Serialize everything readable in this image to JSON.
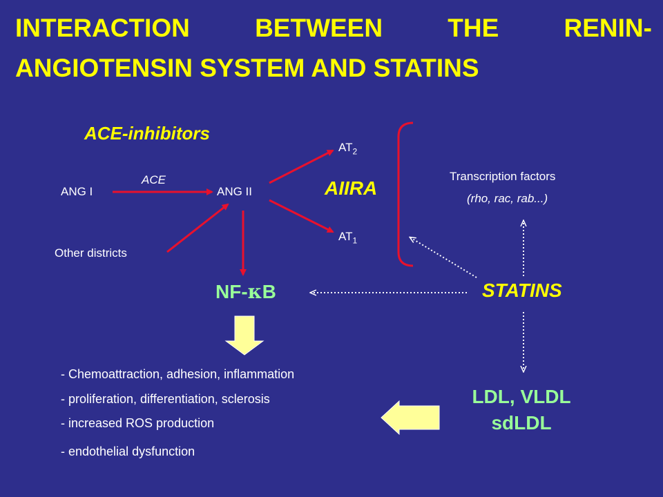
{
  "title": {
    "line1_words": [
      "INTERACTION",
      "BETWEEN",
      "THE",
      "RENIN-"
    ],
    "line2": "ANGIOTENSIN SYSTEM AND STATINS"
  },
  "nodes": {
    "ace_inhibitors": "ACE-inhibitors",
    "ace": "ACE",
    "ang1": "ANG I",
    "ang2": "ANG II",
    "other_districts": "Other districts",
    "at2": "AT",
    "at2_sub": "2",
    "at1": "AT",
    "at1_sub": "1",
    "aiira": "AIIRA",
    "transcription": "Transcription factors",
    "transcription_sub": "(rho, rac, rab...)",
    "nfkb_prefix": "NF-",
    "nfkb_kappa": "κ",
    "nfkb_suffix": "B",
    "statins": "STATINS",
    "ldl_line1": "LDL, VLDL",
    "ldl_line2": "sdLDL"
  },
  "effects": [
    "- Chemoattraction, adhesion, inflammation",
    "- proliferation, differentiation, sclerosis",
    "- increased ROS production",
    "- endothelial dysfunction"
  ],
  "colors": {
    "background": "#2e2e8c",
    "title": "#ffff00",
    "arrow_red": "#e8112d",
    "green": "#99ff99",
    "block_arrow_fill": "#ffff99"
  }
}
